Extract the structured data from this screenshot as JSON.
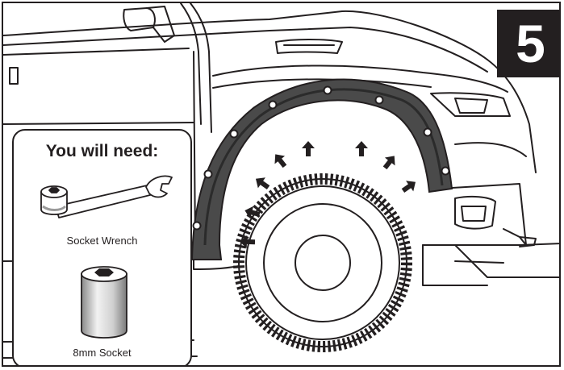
{
  "step": {
    "number": "5"
  },
  "tools_panel": {
    "title": "You will need:",
    "tools": [
      {
        "label": "Socket Wrench",
        "icon": "socket-wrench-icon"
      },
      {
        "label": "8mm Socket",
        "icon": "socket-icon"
      }
    ]
  },
  "colors": {
    "line": "#231f20",
    "flare": "#4a4a4a",
    "flare_dark": "#2b2b2b",
    "background": "#ffffff"
  }
}
